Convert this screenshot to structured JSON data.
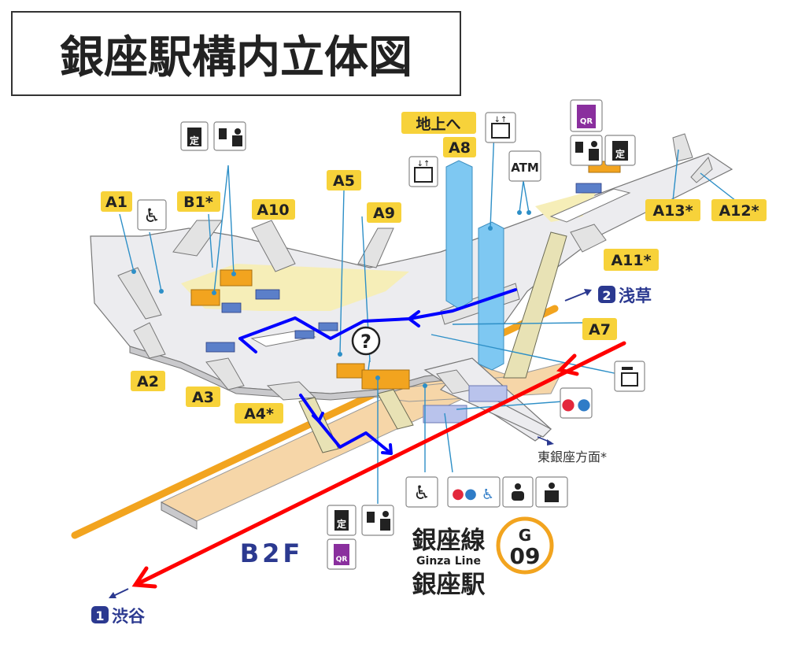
{
  "title": "銀座駅構内立体図",
  "exits": {
    "a1": "A1",
    "b1": "B1*",
    "a10": "A10",
    "a5": "A5",
    "a9": "A9",
    "to_ground": "地上へ",
    "a8": "A8",
    "a13": "A13*",
    "a12": "A12*",
    "a11": "A11*",
    "a7": "A7",
    "a2": "A2",
    "a3": "A3",
    "a4": "A4*"
  },
  "directions": {
    "asakusa_num": "2",
    "asakusa": "浅草",
    "shibuya_num": "1",
    "shibuya": "渋谷",
    "higashi_ginza": "東銀座方面*"
  },
  "floor_label": "B2F",
  "station": {
    "line_ja": "銀座線",
    "line_en": "Ginza Line",
    "station_ja": "銀座駅",
    "code_letter": "G",
    "code_number": "09"
  },
  "icons": {
    "atm": "ATM",
    "qr": "QR",
    "commuter_pass": "定",
    "info": "?"
  },
  "colors": {
    "ginza_line": "#f2a41f",
    "route_red": "#ff0000",
    "route_blue": "#0000ff",
    "label_tag": "#f7d23a",
    "elevator": "#7ec8f2",
    "navy": "#2b3990",
    "qr_purple": "#8a2f9e"
  }
}
